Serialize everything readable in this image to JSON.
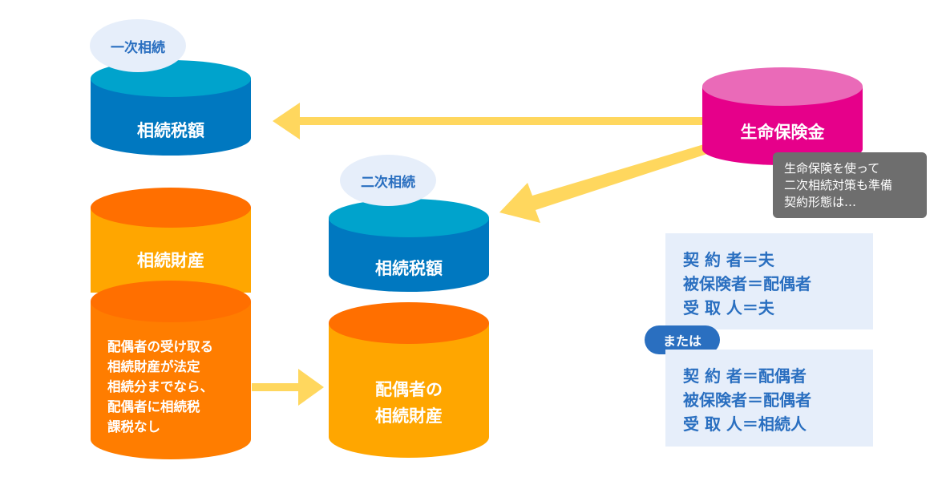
{
  "first_inheritance": {
    "bubble": "一次相続",
    "tax_label": "相続税額",
    "property_label": "相続財産",
    "spouse_text": [
      "配偶者の受け取る",
      "相続財産が法定",
      "相続分までなら、",
      "配偶者に相続税",
      "課税なし"
    ]
  },
  "second_inheritance": {
    "bubble": "二次相続",
    "tax_label": "相続税額",
    "property_label": [
      "配偶者の",
      "相続財産"
    ]
  },
  "life_insurance": {
    "label": "生命保険金",
    "note": [
      "生命保険を使って",
      "二次相続対策も準備",
      "契約形態は…"
    ]
  },
  "contract_a": [
    "契 約 者＝夫",
    "被保険者＝配偶者",
    "受 取 人＝夫"
  ],
  "or_label": "または",
  "contract_b": [
    "契 約 者＝配偶者",
    "被保険者＝配偶者",
    "受 取 人＝相続人"
  ],
  "colors": {
    "tax_top": "#00a3cc",
    "tax_body": "#0078c0",
    "property_top": "#ff6f00",
    "property_body": "#ffa600",
    "insurance_top": "#ea6ab8",
    "insurance_body": "#e6008a",
    "arrow": "#ffd75e",
    "accent_blue": "#2a6fc0",
    "box_bg": "#e6eefa"
  }
}
